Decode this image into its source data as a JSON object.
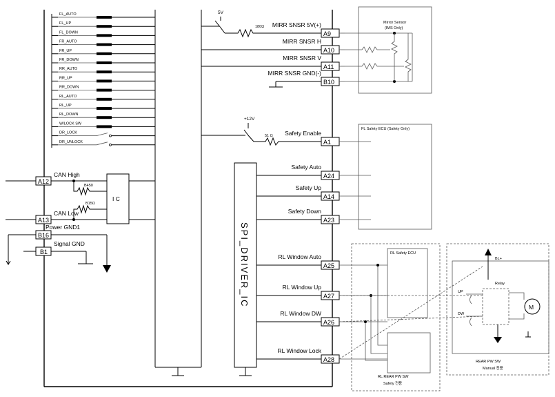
{
  "switch_inputs": [
    "FL_AUTO",
    "FL_UP",
    "FL_DOWN",
    "FR_AUTO",
    "FR_UP",
    "FR_DOWN",
    "RR_AUTO",
    "RR_UP",
    "RR_DOWN",
    "RL_AUTO",
    "RL_UP",
    "RL_DOWN",
    "W/LOCK SW",
    "DR_LOCK",
    "DR_UNLOCK"
  ],
  "left_pins": {
    "can_high": {
      "pin": "A12",
      "label": "CAN High"
    },
    "can_low": {
      "pin": "A13",
      "label": "CAN Low"
    },
    "power_gnd": {
      "pin": "B16",
      "label": "Power GND1"
    },
    "signal_gnd": {
      "pin": "B1",
      "label": "Signal GND"
    }
  },
  "can_transceiver": {
    "label": "I C",
    "r1": "B450",
    "r2": "B15Ω"
  },
  "supply_5v": "5V",
  "supply_12v": "+12V",
  "r_mirror": "180Ω",
  "r_safety": "51 Ω",
  "driver_ic": "SPI_DRIVER_IC",
  "right_pins": [
    {
      "pin": "A9",
      "label": "MIRR SNSR 5V(+)"
    },
    {
      "pin": "A10",
      "label": "MIRR SNSR H"
    },
    {
      "pin": "A11",
      "label": "MIRR SNSR V"
    },
    {
      "pin": "B10",
      "label": "MIRR SNSR GND(-)"
    },
    {
      "pin": "A1",
      "label": "Safety Enable"
    },
    {
      "pin": "A24",
      "label": "Safety Auto"
    },
    {
      "pin": "A14",
      "label": "Safety Up"
    },
    {
      "pin": "A23",
      "label": "Safety Down"
    },
    {
      "pin": "A25",
      "label": "RL Window Auto"
    },
    {
      "pin": "A27",
      "label": "RL Window Up"
    },
    {
      "pin": "A26",
      "label": "RL Window DW"
    },
    {
      "pin": "A28",
      "label": "RL Window Lock"
    }
  ],
  "mirror_sensor": {
    "title": "Mirror Sensor",
    "subtitle": "(IMS Only)"
  },
  "fl_safety_ecu": "FL Safety ECU (Safety Only)",
  "rl_safety_ecu": "RL Safety ECU",
  "rl_rear_pw_sw": {
    "line1": "RL REAR PW SW",
    "line2": "Safety 전용"
  },
  "rear_pw_sw": {
    "line1": "REAR PW SW",
    "line2": "Manual 전용"
  },
  "relay": {
    "label": "Relay",
    "bl": "BL+",
    "up": "UP",
    "dw": "DW",
    "motor": "M"
  }
}
